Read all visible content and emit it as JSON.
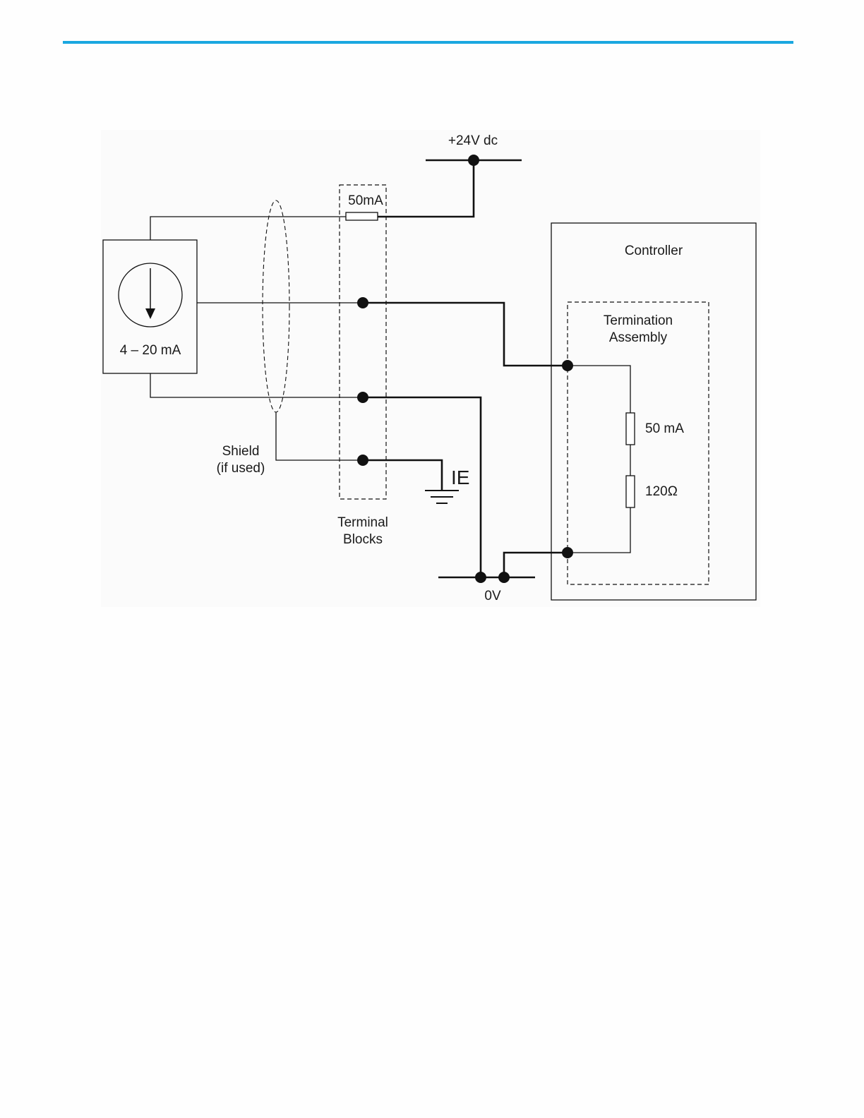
{
  "colors": {
    "accent_rule": "#1aa7e0",
    "wire": "#111111",
    "panel_background": "#fbfbfb"
  },
  "diagram": {
    "supply_label": "+24V dc",
    "fuse_terminal_label": "50mA",
    "source_label": "4 – 20 mA",
    "shield_label_line1": "Shield",
    "shield_label_line2": "(if used)",
    "terminal_blocks_line1": "Terminal",
    "terminal_blocks_line2": "Blocks",
    "ground_label": "IE",
    "zero_volt_label": "0V",
    "controller_label": "Controller",
    "termination_line1": "Termination",
    "termination_line2": "Assembly",
    "fuse_controller_label": "50 mA",
    "resistor_label": "120Ω"
  }
}
